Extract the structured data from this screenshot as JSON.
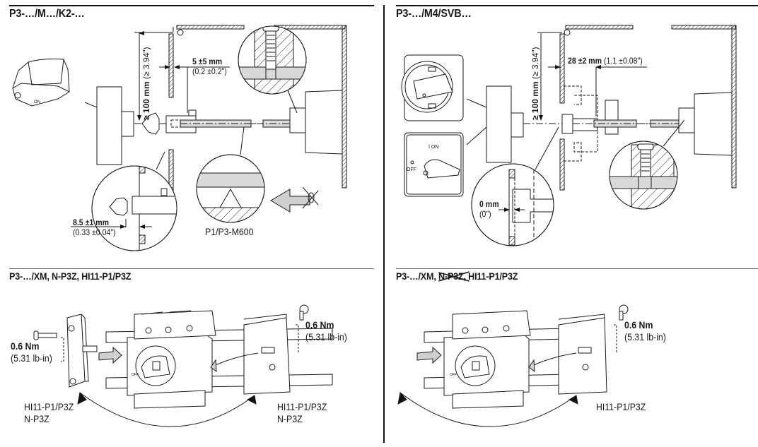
{
  "panels": {
    "top_left": {
      "title": "P3-…/M…/K2-…",
      "dim_height": {
        "value": "≥ 100 mm",
        "imperial": "(≥ 3.94\")"
      },
      "dim_gap": {
        "value": "5 ±5 mm",
        "imperial": "(0.2 ±0.2\")"
      },
      "dim_shaft": {
        "value": "8.5 ±1 mm",
        "imperial": "(0.33 ±0.04\")"
      },
      "part_label": "P1/P3-M600"
    },
    "top_right": {
      "title": "P3-…/M4/SVB…",
      "dim_height": {
        "value": "≥ 100 mm",
        "imperial": "(≥ 3.94\")"
      },
      "dim_gap": {
        "value": "28 ±2 mm",
        "imperial": "(1.1 ±0.08\")"
      },
      "dim_zero": {
        "value": "0 mm",
        "imperial": "(0\")"
      },
      "switch_on": "I ON",
      "switch_off": "OFF"
    },
    "bottom_left": {
      "title": "P3-…/XM, N-P3Z, HI11-P1/P3Z",
      "torque_left": {
        "value": "0.6 Nm",
        "imperial": "(5.31 lb-in)"
      },
      "torque_right": {
        "value": "0.6 Nm",
        "imperial": "(5.31 lb-in)"
      },
      "label_left": [
        "HI11-P1/P3Z",
        "N-P3Z"
      ],
      "label_right": [
        "HI11-P1/P3Z",
        "N-P3Z"
      ]
    },
    "bottom_right": {
      "title_pre": "P3-…/XM,",
      "title_struck": "N-P3Z,",
      "title_post": "HI11-P1/P3Z",
      "torque_right": {
        "value": "0.6 Nm",
        "imperial": "(5.31 lb-in)"
      },
      "label_right": [
        "HI11-P1/P3Z"
      ]
    }
  },
  "colors": {
    "ink": "#1a1a1a",
    "fill_gray": "#d9d9d9",
    "rule": "#111111"
  }
}
